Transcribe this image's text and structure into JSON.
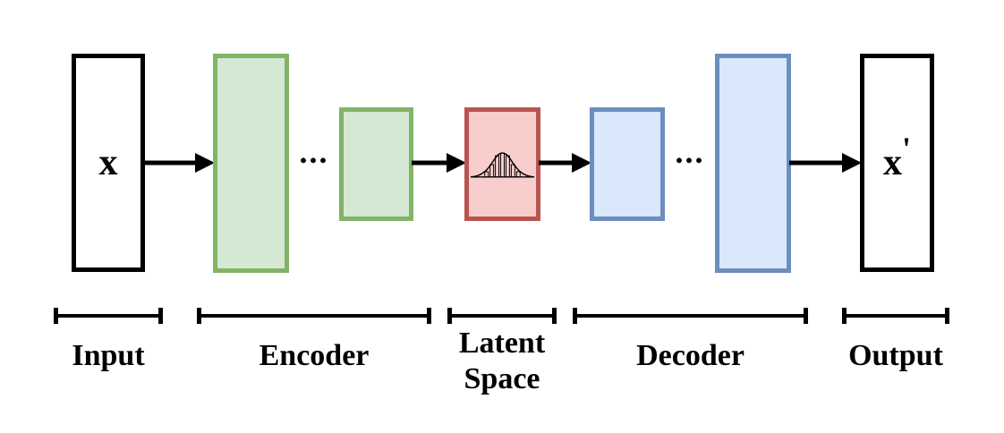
{
  "diagram": {
    "nodes": {
      "input": {
        "label": "x"
      },
      "encoder": {
        "dots": "..."
      },
      "latent": {
        "icon": "gaussian-distribution-icon"
      },
      "decoder": {
        "dots": "..."
      },
      "output": {
        "label": "x",
        "prime": "'"
      }
    },
    "section_labels": {
      "input": "Input",
      "encoder": "Encoder",
      "latent": "Latent\nSpace",
      "decoder": "Decoder",
      "output": "Output"
    },
    "colors": {
      "io_border": "#000000",
      "io_fill": "#ffffff",
      "encoder_border": "#82b366",
      "encoder_fill": "#d5e8d4",
      "latent_border": "#b85450",
      "latent_fill": "#f8cecc",
      "decoder_border": "#6c8ebf",
      "decoder_fill": "#dae8fc",
      "arrow": "#000000",
      "text": "#000000"
    }
  }
}
